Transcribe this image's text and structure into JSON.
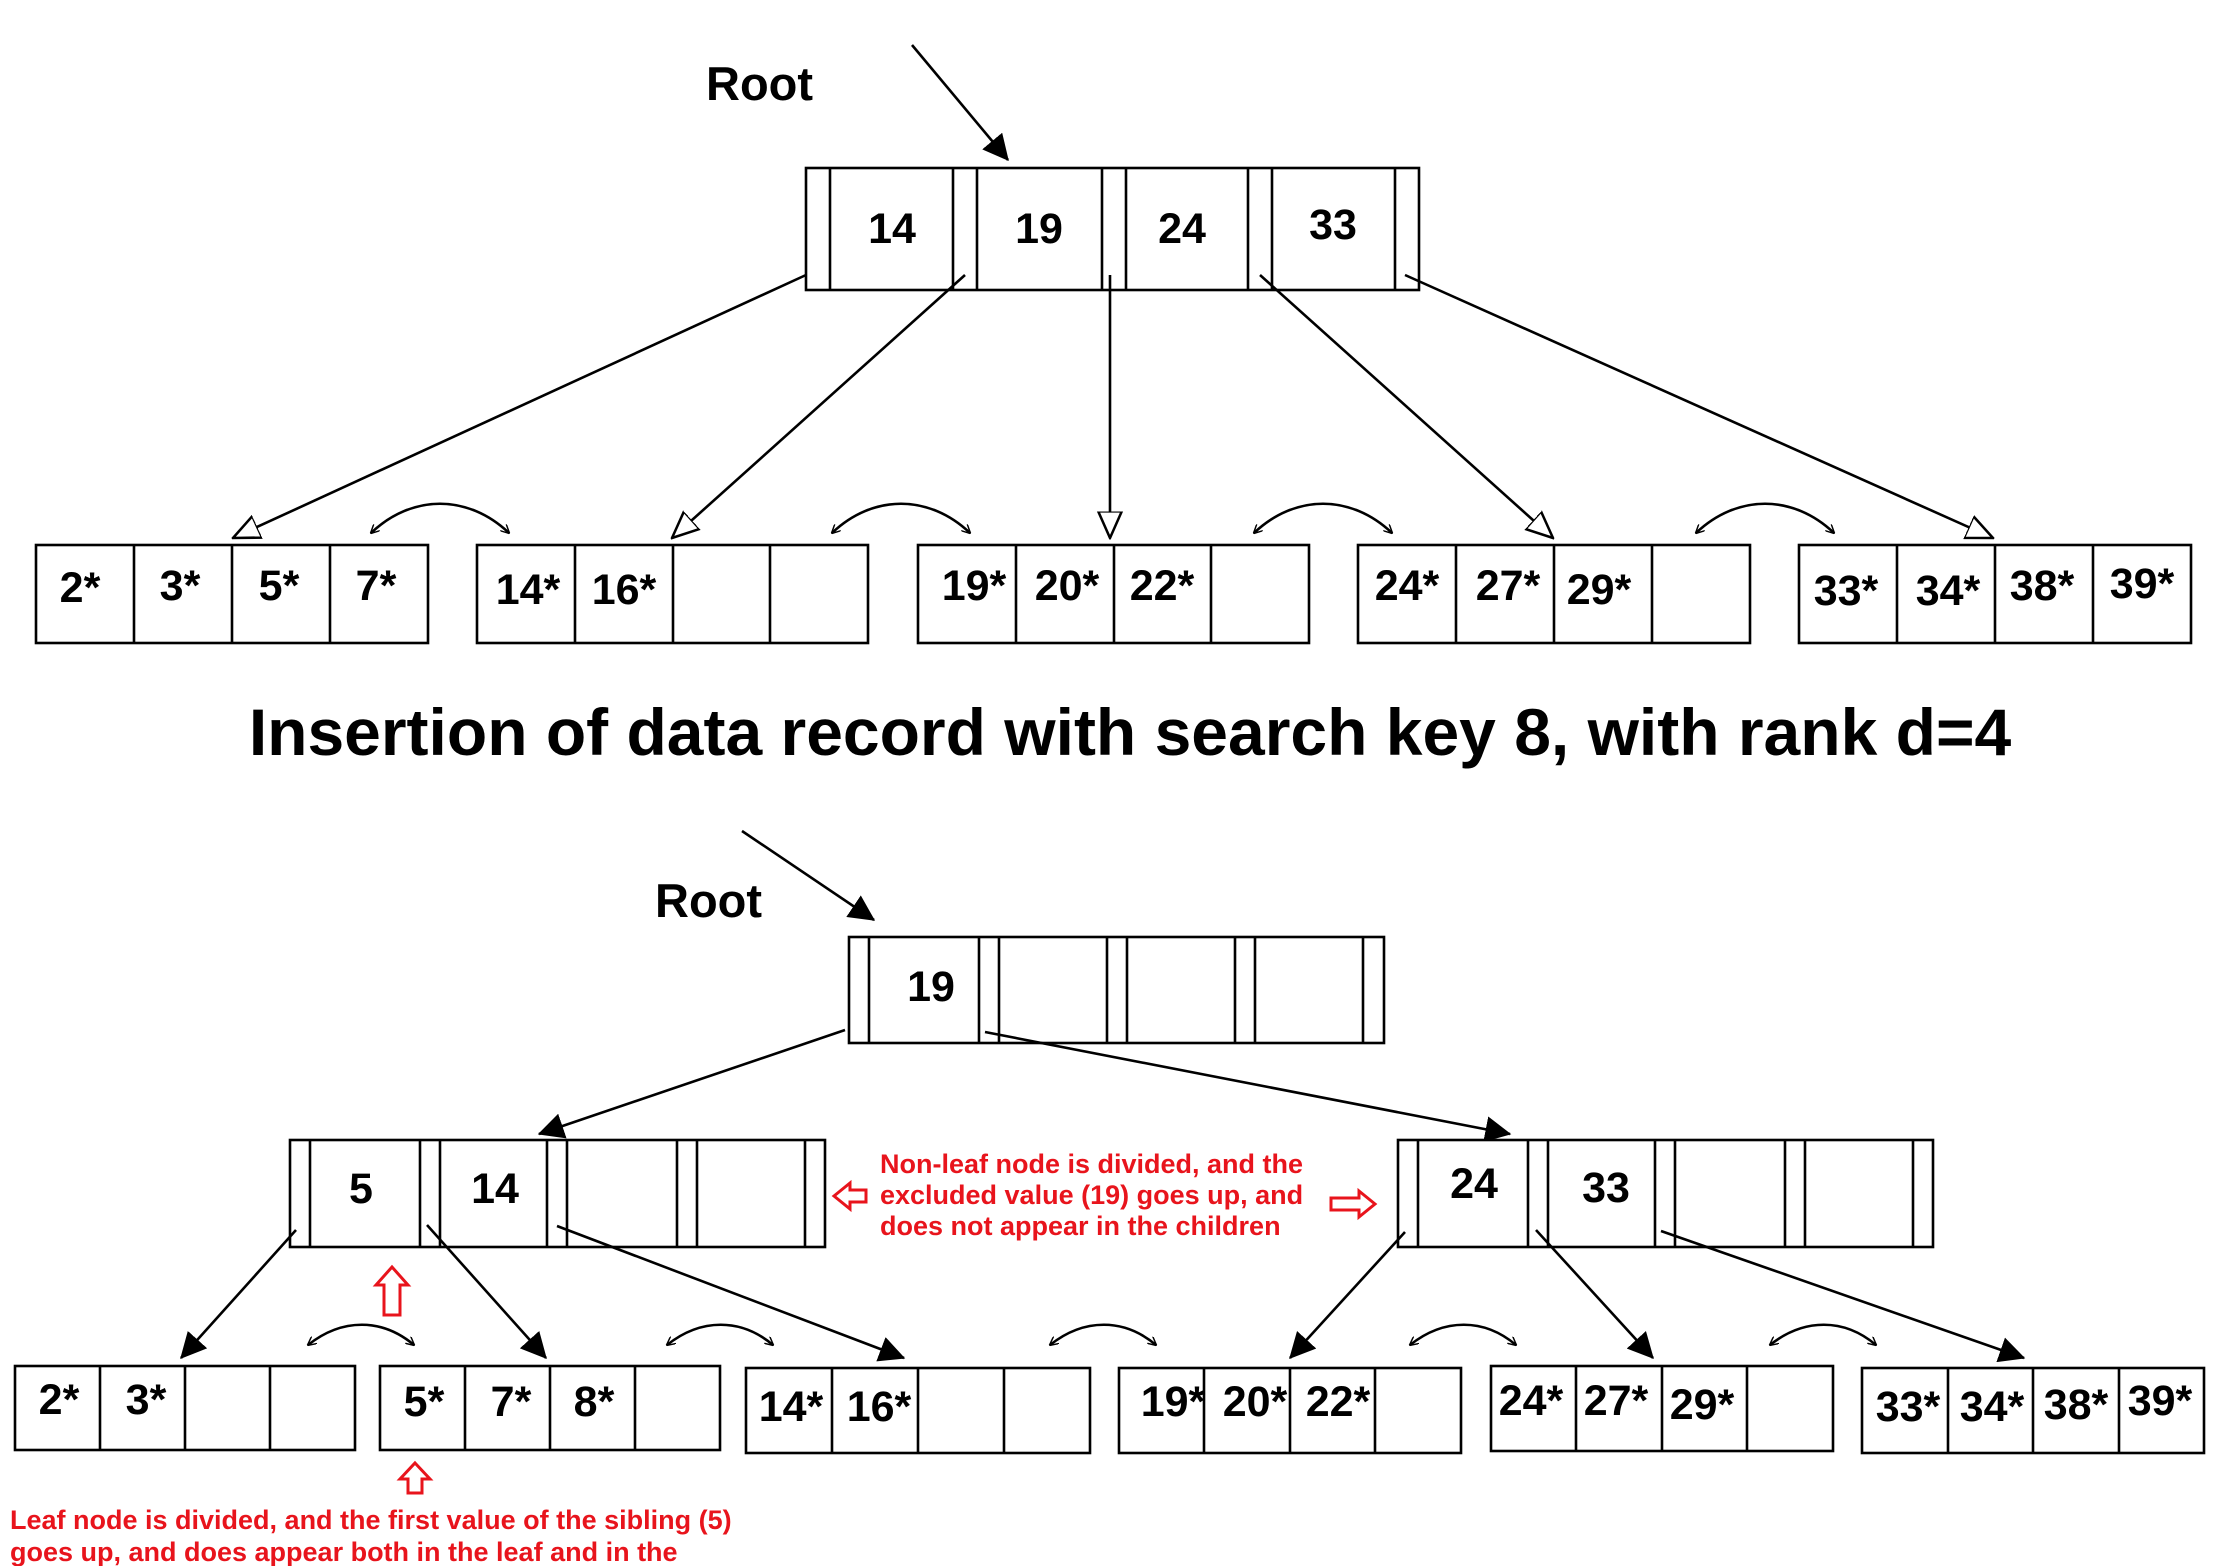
{
  "heading": "Insertion of data record with search key 8, with rank d=4",
  "top_tree": {
    "root_label": "Root",
    "root_keys": [
      "14",
      "19",
      "24",
      "33"
    ],
    "leaves": [
      [
        "2*",
        "3*",
        "5*",
        "7*"
      ],
      [
        "14*",
        "16*",
        "",
        ""
      ],
      [
        "19*",
        "20*",
        "22*",
        ""
      ],
      [
        "24*",
        "27*",
        "29*",
        ""
      ],
      [
        "33*",
        "34*",
        "38*",
        "39*"
      ]
    ]
  },
  "bottom_tree": {
    "root_label": "Root",
    "root_keys": [
      "19",
      "",
      "",
      ""
    ],
    "inner_left_keys": [
      "5",
      "14",
      "",
      ""
    ],
    "inner_right_keys": [
      "24",
      "33",
      "",
      ""
    ],
    "leaves": [
      [
        "2*",
        "3*",
        "",
        ""
      ],
      [
        "5*",
        "7*",
        "8*",
        ""
      ],
      [
        "14*",
        "16*",
        "",
        ""
      ],
      [
        "19*",
        "20*",
        "22*",
        ""
      ],
      [
        "24*",
        "27*",
        "29*",
        ""
      ],
      [
        "33*",
        "34*",
        "38*",
        "39*"
      ]
    ]
  },
  "annotations": {
    "non_leaf_split": [
      "Non-leaf node is divided, and the",
      "excluded value (19) goes up, and",
      "does not appear in the children"
    ],
    "leaf_split": [
      "Leaf node is divided, and the first value of the sibling (5)",
      "goes up, and does appear both in the leaf and in the"
    ]
  },
  "colors": {
    "annotation": "#e8141c",
    "lines": "#000000"
  }
}
